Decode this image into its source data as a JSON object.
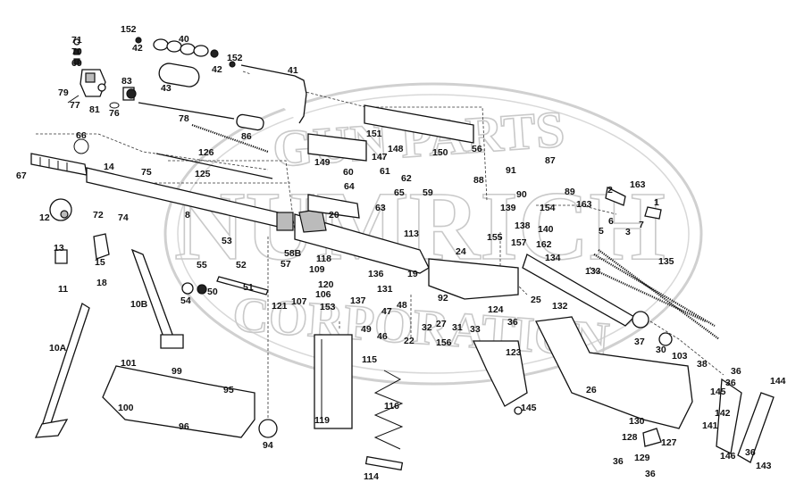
{
  "watermark": {
    "top_text": "GUN PARTS",
    "middle_text": "NUMRICH",
    "bottom_text": "CORPORATION"
  },
  "labels": [
    "1",
    "2",
    "3",
    "5",
    "6",
    "7",
    "8",
    "10A",
    "10B",
    "11",
    "12",
    "13",
    "14",
    "15",
    "18",
    "19",
    "20",
    "22",
    "24",
    "25",
    "26",
    "27",
    "30",
    "31",
    "32",
    "33",
    "36",
    "36",
    "36",
    "36",
    "36",
    "37",
    "38",
    "40",
    "41",
    "42",
    "42",
    "43",
    "46",
    "47",
    "48",
    "49",
    "50",
    "51",
    "52",
    "53",
    "54",
    "55",
    "56",
    "57",
    "58B",
    "59",
    "60",
    "61",
    "62",
    "63",
    "64",
    "65",
    "66",
    "67",
    "69",
    "70",
    "71",
    "72",
    "74",
    "75",
    "76",
    "77",
    "78",
    "79",
    "81",
    "83",
    "86",
    "87",
    "88",
    "89",
    "90",
    "91",
    "92",
    "94",
    "95",
    "96",
    "99",
    "100",
    "101",
    "103",
    "106",
    "107",
    "109",
    "113",
    "114",
    "115",
    "116",
    "118",
    "119",
    "120",
    "121",
    "123",
    "124",
    "125",
    "126",
    "127",
    "128",
    "129",
    "130",
    "131",
    "132",
    "133",
    "134",
    "135",
    "136",
    "137",
    "138",
    "139",
    "140",
    "141",
    "142",
    "143",
    "144",
    "145",
    "146",
    "147",
    "148",
    "149",
    "150",
    "151",
    "152",
    "152",
    "153",
    "154",
    "155",
    "156",
    "157",
    "162",
    "163",
    "163"
  ]
}
